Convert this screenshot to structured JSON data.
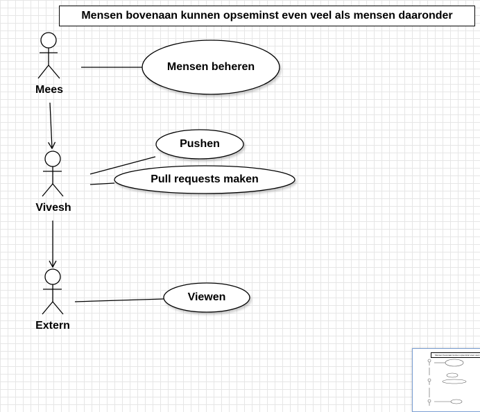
{
  "title": "Mensen bovenaan kunnen opseminst even veel als mensen daaronder",
  "actors": [
    {
      "id": "mees",
      "label": "Mees"
    },
    {
      "id": "vivesh",
      "label": "Vivesh"
    },
    {
      "id": "extern",
      "label": "Extern"
    }
  ],
  "usecases": [
    {
      "id": "mensen-beheren",
      "label": "Mensen beheren"
    },
    {
      "id": "pushen",
      "label": "Pushen"
    },
    {
      "id": "pull-requests",
      "label": "Pull requests maken"
    },
    {
      "id": "viewen",
      "label": "Viewen"
    }
  ],
  "relations": [
    {
      "from": "mees",
      "to": "vivesh",
      "type": "generalization"
    },
    {
      "from": "vivesh",
      "to": "extern",
      "type": "generalization"
    },
    {
      "from": "mees",
      "to": "mensen-beheren",
      "type": "association"
    },
    {
      "from": "vivesh",
      "to": "pushen",
      "type": "association"
    },
    {
      "from": "vivesh",
      "to": "pull-requests",
      "type": "association"
    },
    {
      "from": "extern",
      "to": "viewen",
      "type": "association"
    }
  ],
  "colors": {
    "line": "#000000",
    "grid": "#e6e6e6",
    "minimap_border": "#7b9fd3"
  }
}
